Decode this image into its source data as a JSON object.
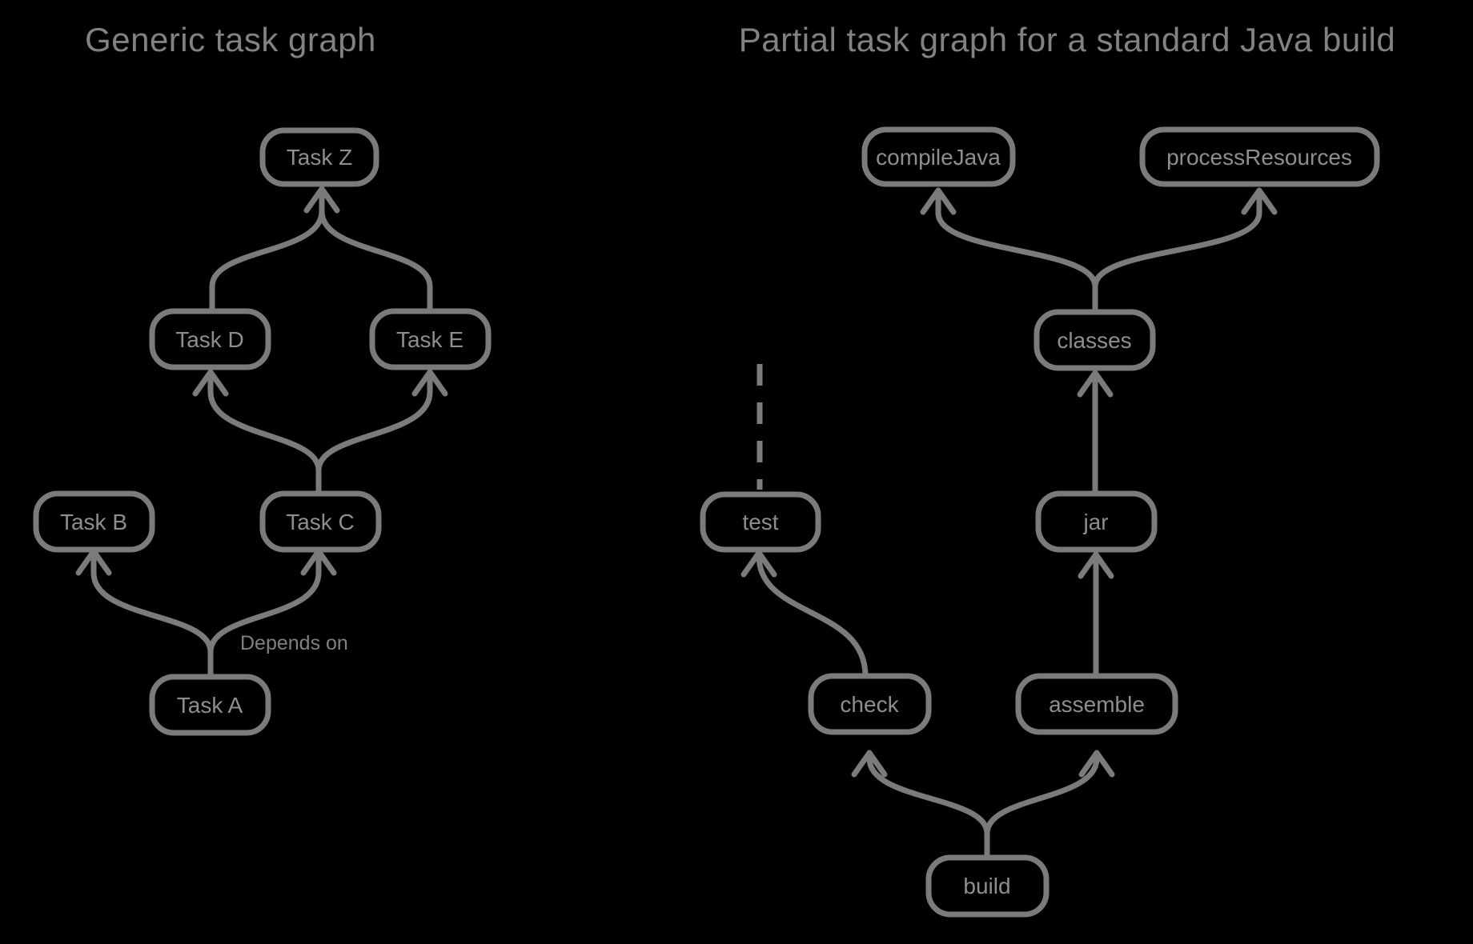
{
  "colors": {
    "background": "#000000",
    "stroke": "#7b7b7b",
    "node_text": "#8e8e8e",
    "title_text": "#828282"
  },
  "left_diagram": {
    "title": "Generic task graph",
    "edge_label": "Depends on",
    "nodes": {
      "task_z": {
        "label": "Task Z"
      },
      "task_d": {
        "label": "Task D"
      },
      "task_e": {
        "label": "Task E"
      },
      "task_b": {
        "label": "Task B"
      },
      "task_c": {
        "label": "Task C"
      },
      "task_a": {
        "label": "Task A"
      }
    },
    "edges": [
      {
        "from": "Task A",
        "to": "Task B",
        "relation": "depends on"
      },
      {
        "from": "Task A",
        "to": "Task C",
        "relation": "depends on"
      },
      {
        "from": "Task C",
        "to": "Task D",
        "relation": "depends on"
      },
      {
        "from": "Task C",
        "to": "Task E",
        "relation": "depends on"
      },
      {
        "from": "Task D",
        "to": "Task Z",
        "relation": "depends on"
      },
      {
        "from": "Task E",
        "to": "Task Z",
        "relation": "depends on"
      }
    ]
  },
  "right_diagram": {
    "title": "Partial task graph for a standard Java build",
    "nodes": {
      "compile_java": {
        "label": "compileJava"
      },
      "process_resources": {
        "label": "processResources"
      },
      "classes": {
        "label": "classes"
      },
      "test": {
        "label": "test"
      },
      "jar": {
        "label": "jar"
      },
      "check": {
        "label": "check"
      },
      "assemble": {
        "label": "assemble"
      },
      "build": {
        "label": "build"
      }
    },
    "edges": [
      {
        "from": "build",
        "to": "check",
        "relation": "depends on"
      },
      {
        "from": "build",
        "to": "assemble",
        "relation": "depends on"
      },
      {
        "from": "check",
        "to": "test",
        "relation": "depends on"
      },
      {
        "from": "assemble",
        "to": "jar",
        "relation": "depends on"
      },
      {
        "from": "jar",
        "to": "classes",
        "relation": "depends on"
      },
      {
        "from": "classes",
        "to": "compileJava",
        "relation": "depends on"
      },
      {
        "from": "classes",
        "to": "processResources",
        "relation": "depends on"
      },
      {
        "from": "test",
        "style": "dashed"
      }
    ]
  }
}
